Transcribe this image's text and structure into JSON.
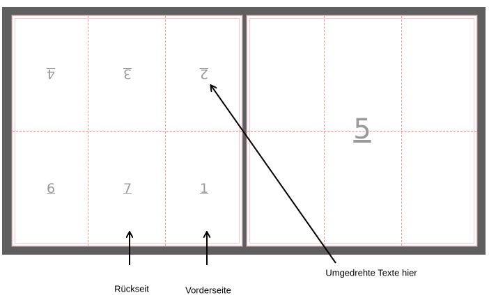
{
  "left_sheet": {
    "panels_top": [
      "4",
      "3",
      "2"
    ],
    "panels_bottom": [
      "6",
      "7",
      "1"
    ]
  },
  "right_sheet": {
    "panel": "5"
  },
  "annotations": {
    "back": "Rückseit",
    "front": "Vorderseite",
    "flipped": "Umgedrehte Texte hier"
  }
}
